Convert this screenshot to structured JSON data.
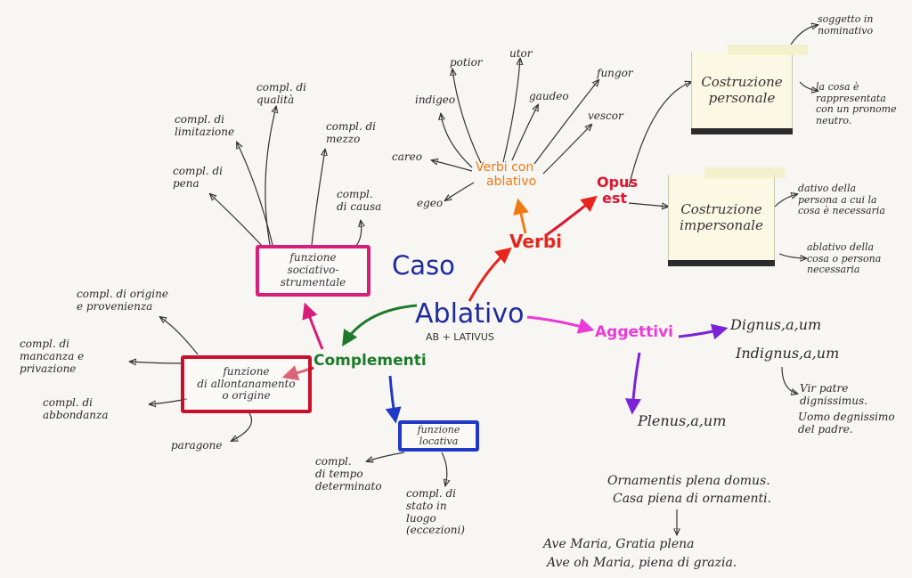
{
  "center": {
    "title_1": "Caso",
    "title_2": "Ablativo",
    "etymology": "AB + LATIVUS"
  },
  "colors": {
    "center": "#1f2a9c",
    "verbi": "#e8241c",
    "verbi_abl": "#f07a12",
    "opus": "#e01530",
    "aggettivi": "#ec3ad6",
    "purple": "#7d22d8",
    "complementi": "#1e7a2a",
    "pink_box": "#d81d7a",
    "red_box": "#c8102e",
    "blue_box": "#2038c8",
    "ink": "#2a2a2a"
  },
  "verbi": {
    "label": "Verbi",
    "ablativo": {
      "label_1": "Verbi con",
      "label_2": "ablativo",
      "items": [
        "potior",
        "utor",
        "fungor",
        "indigeo",
        "gaudeo",
        "vescor",
        "careo",
        "egeo"
      ]
    },
    "opus_est": {
      "label_1": "Opus",
      "label_2": "est",
      "personale": {
        "label": "Costruzione\npersonale",
        "notes": [
          "soggetto in\nnominativo",
          "la cosa è\nrappresentata\ncon un pronome\nneutro."
        ]
      },
      "impersonale": {
        "label": "Costruzione\nimpersonale",
        "notes": [
          "dativo della\npersona a cui la\ncosa è necessaria",
          "ablativo della\ncosa o persona\nnecessaria"
        ]
      }
    }
  },
  "aggettivi": {
    "label": "Aggettivi",
    "dignus": {
      "line_1": "Dignus,a,um",
      "line_2": "Indignus,a,um",
      "example_1": "Vir patre\ndignissimus.",
      "example_2": "Uomo degnissimo\ndel padre."
    },
    "plenus": {
      "label": "Plenus,a,um",
      "example_1": "Ornamentis plena domus.",
      "example_2": "Casa piena di ornamenti.",
      "example_3": "Ave Maria, Gratia plena",
      "example_4": "Ave oh Maria, piena di grazia."
    }
  },
  "complementi": {
    "label": "Complementi",
    "sociativo": {
      "label": "funzione\nsociativo-\nstrumentale",
      "items": [
        "compl. di\nqualità",
        "compl. di\nlimitazione",
        "compl. di\nmezzo",
        "compl. di\npena",
        "compl.\ndi causa"
      ]
    },
    "allontanamento": {
      "label": "funzione\ndi allontanamento\no origine",
      "items": [
        "compl. di origine\ne provenienza",
        "compl. di\nmancanza e\nprivazione",
        "compl. di\nabbondanza",
        "paragone"
      ]
    },
    "locativa": {
      "label": "funzione\nlocativa",
      "items": [
        "compl.\ndi tempo\ndeterminato",
        "compl. di\nstato in\nluogo\n(eccezioni)"
      ]
    }
  }
}
